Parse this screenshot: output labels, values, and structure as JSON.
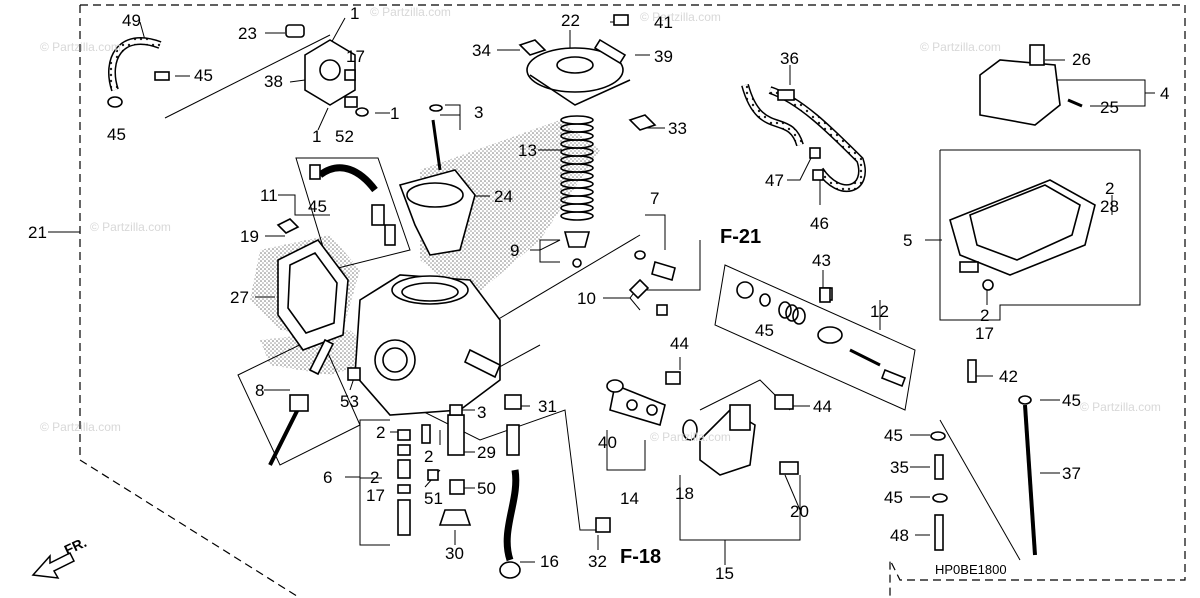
{
  "labels": {
    "n49": "49",
    "n23": "23",
    "n1a": "1",
    "n17a": "17",
    "n45a": "45",
    "n38": "38",
    "n45b": "45",
    "n1b": "1",
    "n52": "52",
    "n1c": "1",
    "n22": "22",
    "n41": "41",
    "n34": "34",
    "n39": "39",
    "n3a": "3",
    "n33": "33",
    "n13": "13",
    "n36": "36",
    "n26": "26",
    "n4": "4",
    "n25": "25",
    "n11": "11",
    "n45c": "45",
    "n24": "24",
    "n7": "7",
    "n47": "47",
    "n21": "21",
    "n19": "19",
    "n9": "9",
    "n46": "46",
    "n5": "5",
    "n2a": "2",
    "n28": "28",
    "n27": "27",
    "n10": "10",
    "n43": "43",
    "n12": "12",
    "n45d": "45",
    "n2b": "2",
    "n17b": "17",
    "n8": "8",
    "n44a": "44",
    "n42": "42",
    "n53": "53",
    "n3b": "3",
    "n31": "31",
    "n44b": "44",
    "n45e": "45",
    "n2c": "2",
    "n2d": "2",
    "n29": "29",
    "n40": "40",
    "n45f": "45",
    "n6": "6",
    "n2e": "2",
    "n17c": "17",
    "n51": "51",
    "n50": "50",
    "n14": "14",
    "n18": "18",
    "n35": "35",
    "n37": "37",
    "n45g": "45",
    "n20": "20",
    "n30": "30",
    "n16": "16",
    "n32": "32",
    "n48": "48",
    "n15": "15"
  },
  "references": {
    "f21": "F-21",
    "f18": "F-18"
  },
  "diagram_code": "HP0BE1800",
  "direction_label": "FR.",
  "watermark": "© Partzilla.com"
}
